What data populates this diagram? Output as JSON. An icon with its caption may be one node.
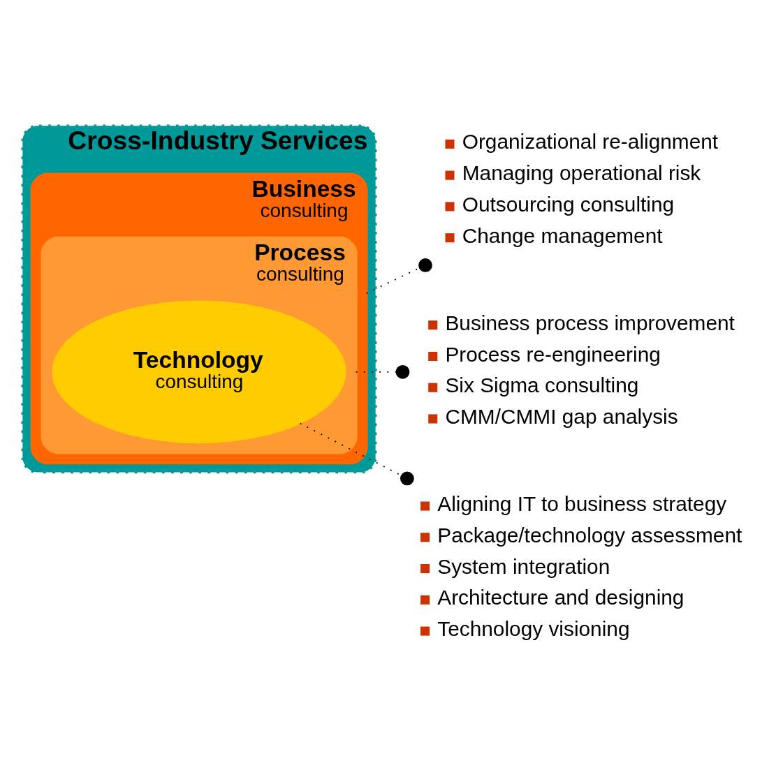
{
  "diagram": {
    "nodes": [
      {
        "text": [
          "Cross-Industry Services"
        ]
      },
      {
        "text": [
          "Business",
          "consulting"
        ],
        "in": 0
      },
      {
        "text": [
          "Process",
          "consulting"
        ],
        "in": 1
      },
      {
        "text": [
          "Technology",
          "consulting"
        ],
        "in": 2
      },
      {
        "text": [
          "Organizational re-alignment",
          "Managing operational risk",
          "Outsourcing consulting",
          "Change management"
        ]
      },
      {
        "text": [
          "Business process improvement",
          "Process re-engineering",
          "Six Sigma consulting",
          "CMM/CMMI gap analysis"
        ]
      },
      {
        "text": [
          "Aligning IT to business strategy",
          "Package/technology assessment",
          "System integration",
          "Architecture and designing",
          "Technology visioning"
        ]
      }
    ],
    "edges": [
      {
        "from": 1,
        "to": 4,
        "arrow": "other",
        "style": "dashed"
      },
      {
        "from": 2,
        "to": 5,
        "arrow": "other",
        "style": "dashed"
      },
      {
        "from": 3,
        "to": 6,
        "arrow": "other",
        "style": "dashed"
      }
    ]
  }
}
